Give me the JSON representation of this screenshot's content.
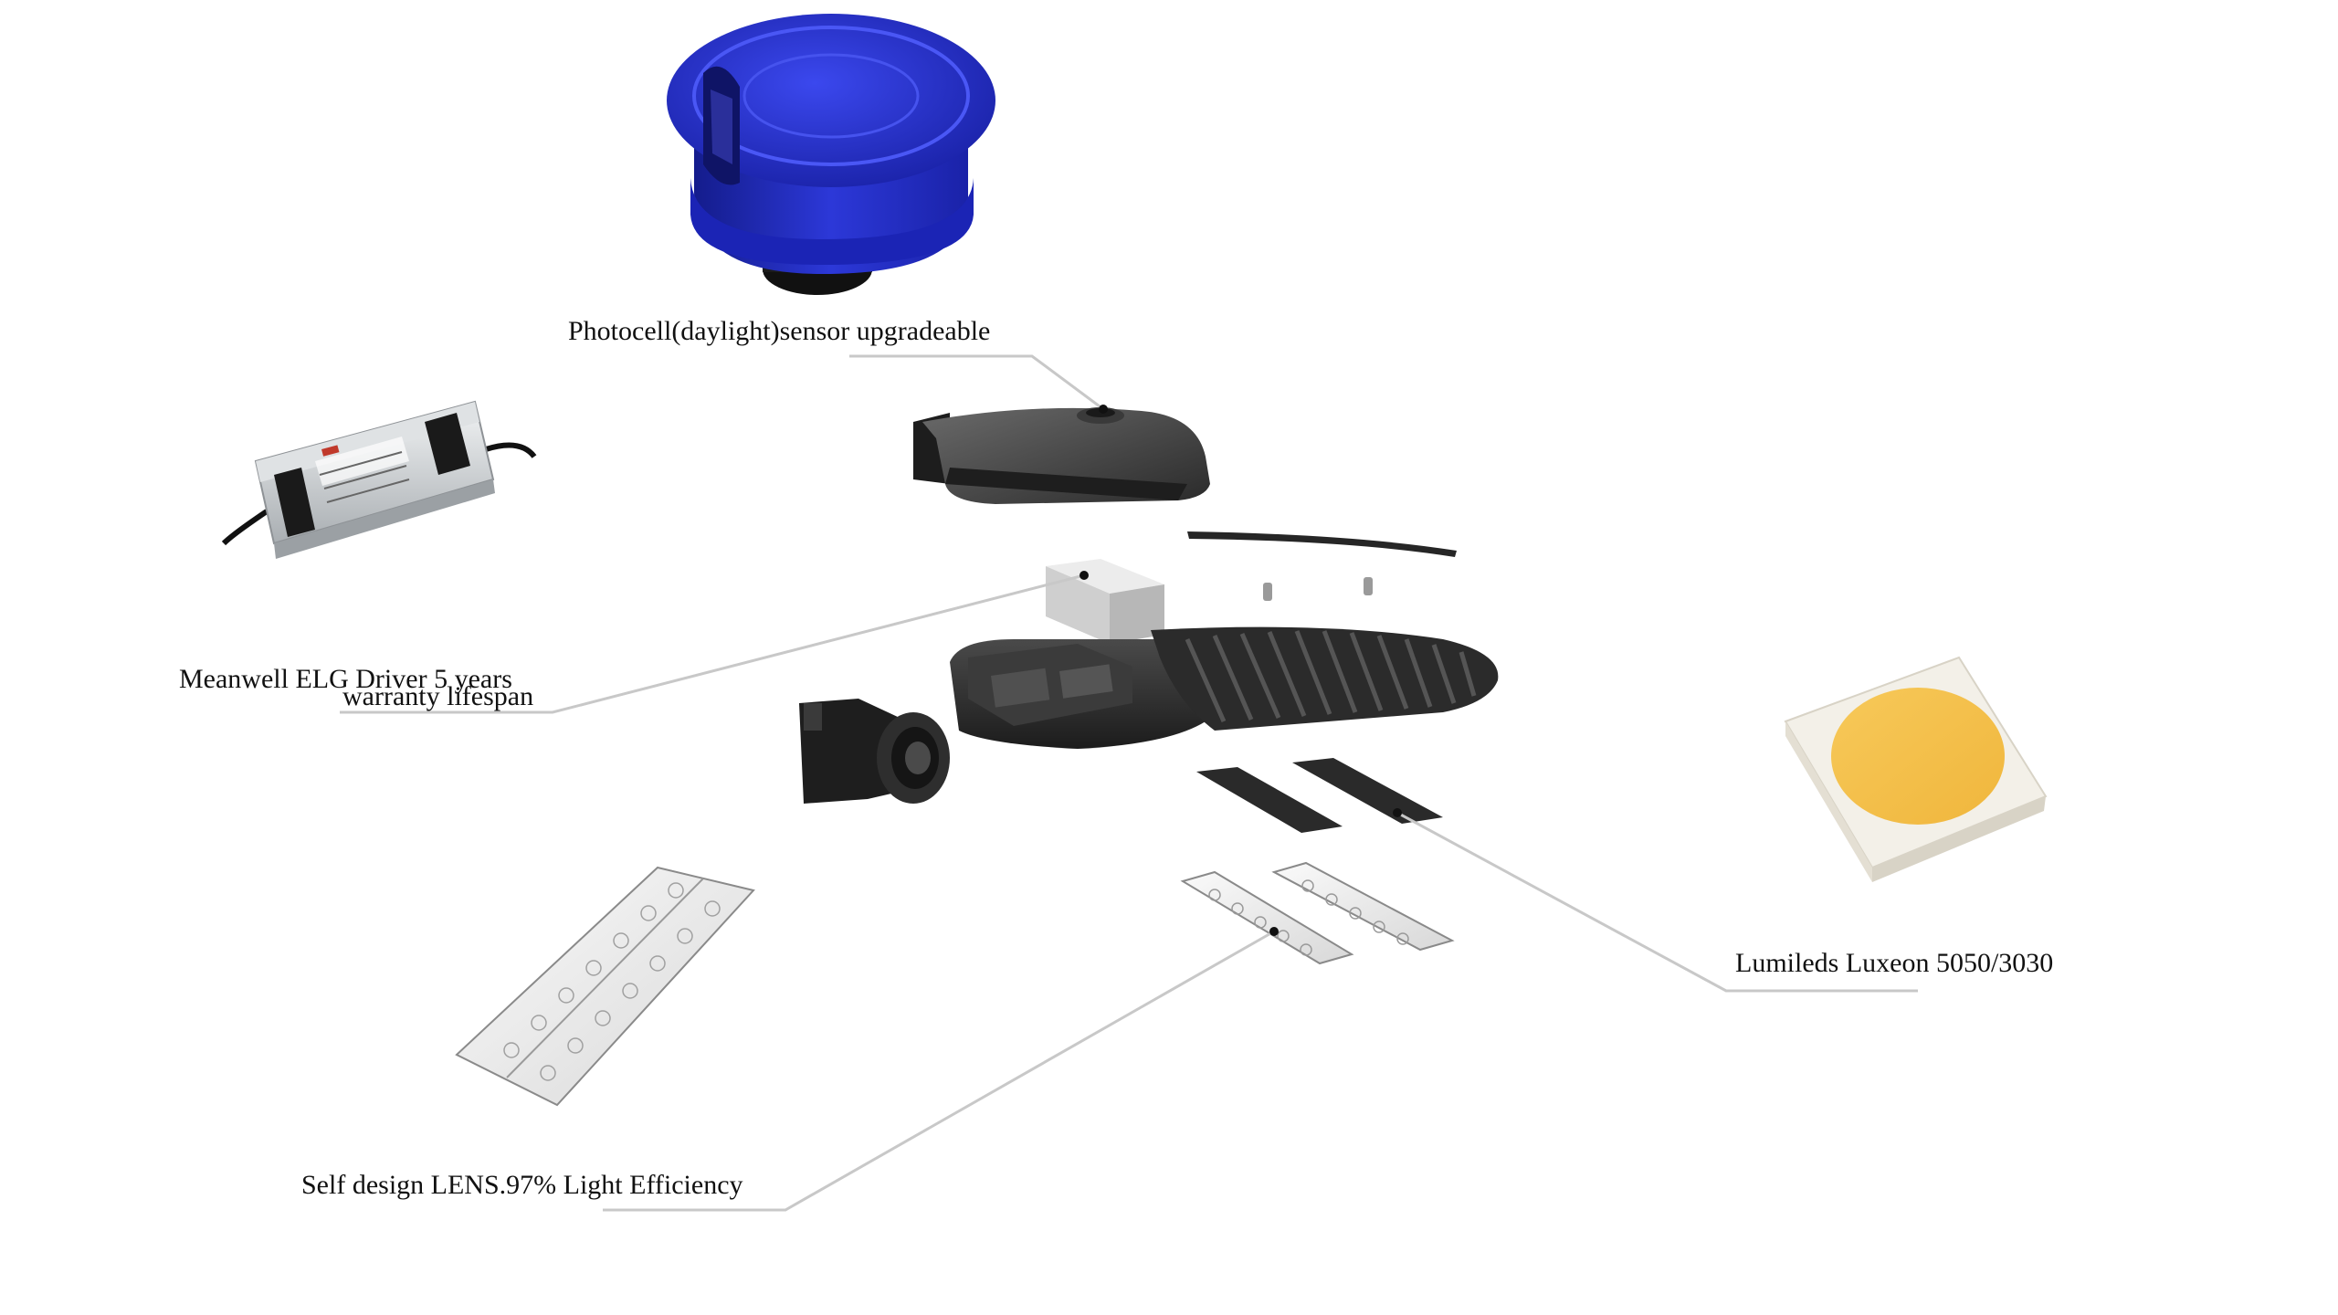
{
  "callouts": {
    "photocell": "Photocell(daylight)sensor upgradeable",
    "driver_line1": "Meanwell ELG Driver 5 years",
    "driver_line2": "warranty lifespan",
    "led": "Lumileds Luxeon 5050/3030",
    "lens": "Self design LENS.97% Light Efficiency"
  },
  "colors": {
    "background": "#ffffff",
    "leader_line": "#c8c8c8",
    "photocell_blue": "#2a35d6",
    "housing_dark": "#2b2b2b",
    "driver_silver": "#cfd3d6",
    "led_yellow": "#f5c04a",
    "led_base": "#f4f1ea",
    "lens_clear": "#e6e6e6"
  }
}
